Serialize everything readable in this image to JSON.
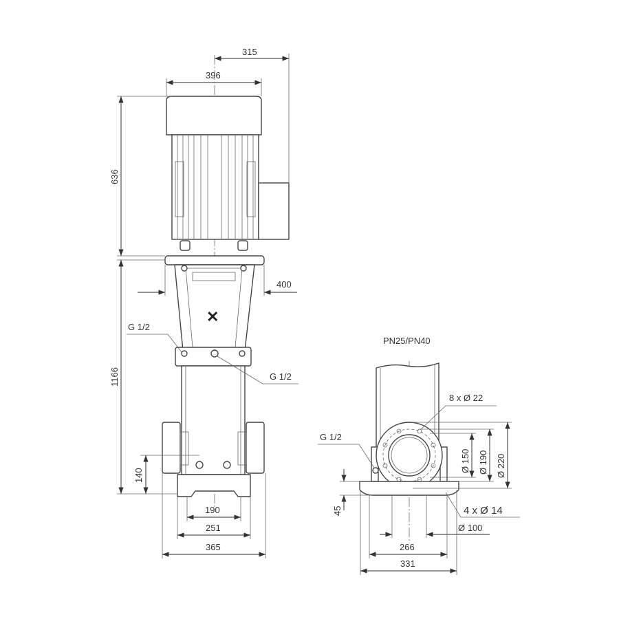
{
  "drawing": {
    "side_view": {
      "dimensions": {
        "terminal_box_offset": "315",
        "motor_width": "396",
        "motor_height": "636",
        "flange_width": "400",
        "pump_height": "1166",
        "port_height": "140",
        "base_inner": "190",
        "base_bolt": "251",
        "flange_to_flange": "365"
      },
      "callouts": {
        "vent_plug": "G 1/2",
        "drain_plug": "G 1/2"
      },
      "logo_icon": "pump-brand-logo"
    },
    "base_view": {
      "title": "PN25/PN40",
      "dimensions": {
        "flange_holes": "8 x Ø 22",
        "bore": "Ø 150",
        "bolt_circle": "Ø 190",
        "flange_outer": "Ø 220",
        "base_height": "45",
        "base_holes": "4 x Ø 14",
        "nominal": "Ø 100",
        "base_bolt": "266",
        "base_width": "331"
      },
      "callouts": {
        "drain_plug": "G 1/2"
      }
    }
  }
}
